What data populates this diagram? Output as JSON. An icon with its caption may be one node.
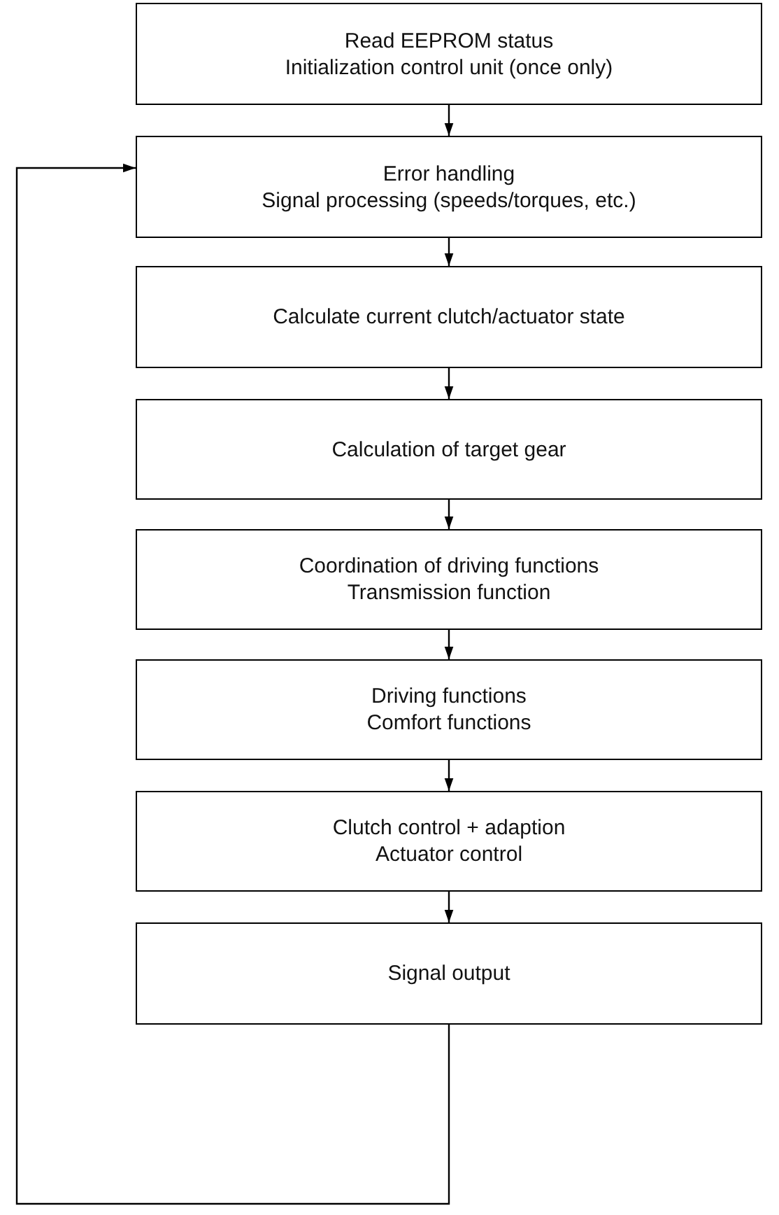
{
  "diagram": {
    "nodes": [
      {
        "text": [
          "Read EEPROM status",
          "Initialization control unit (once only)"
        ]
      },
      {
        "text": [
          "Error handling",
          "Signal processing (speeds/torques, etc.)"
        ]
      },
      {
        "text": [
          "Calculate current clutch/actuator state"
        ]
      },
      {
        "text": [
          "Calculation of target gear"
        ]
      },
      {
        "text": [
          "Coordination of driving functions",
          "Transmission function"
        ]
      },
      {
        "text": [
          "Driving functions",
          "Comfort functions"
        ]
      },
      {
        "text": [
          "Clutch control + adaption",
          "Actuator control"
        ]
      },
      {
        "text": [
          "Signal output"
        ]
      }
    ],
    "edges": [
      {
        "from": 0,
        "to": 1,
        "arrow": "to"
      },
      {
        "from": 1,
        "to": 2,
        "arrow": "to"
      },
      {
        "from": 2,
        "to": 3,
        "arrow": "to"
      },
      {
        "from": 3,
        "to": 4,
        "arrow": "to"
      },
      {
        "from": 4,
        "to": 5,
        "arrow": "to"
      },
      {
        "from": 5,
        "to": 6,
        "arrow": "to"
      },
      {
        "from": 6,
        "to": 7,
        "arrow": "to"
      },
      {
        "from": 7,
        "to": 1,
        "arrow": "to"
      }
    ]
  }
}
